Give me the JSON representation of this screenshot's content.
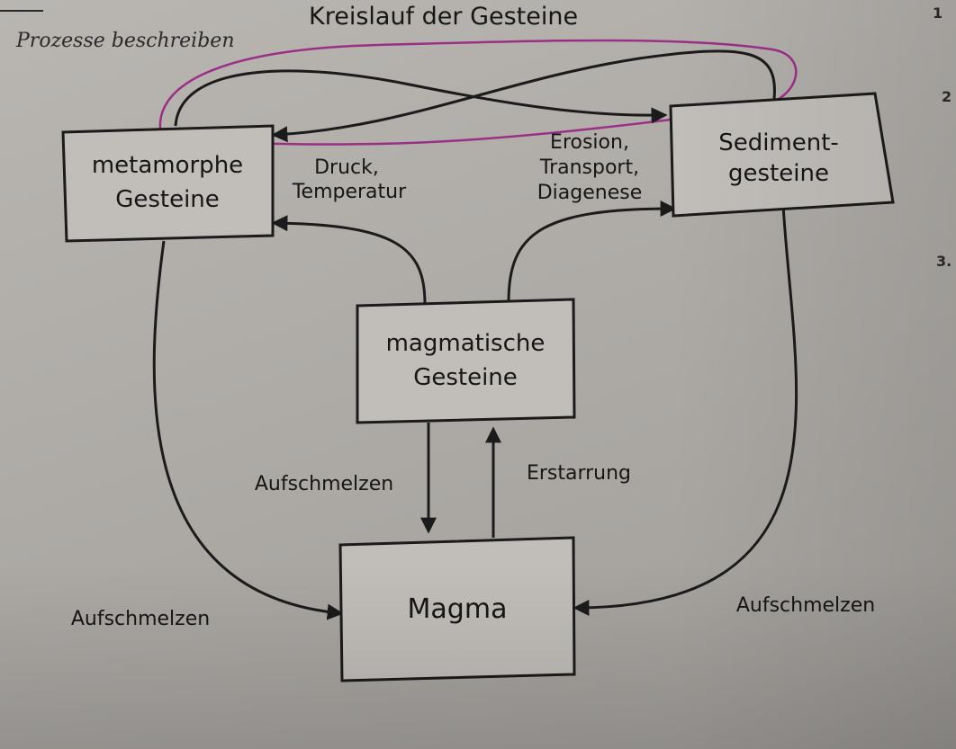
{
  "title": "Kreislauf der Gesteine",
  "handwritten_note": "Prozesse beschreiben",
  "margin_marks": [
    "1",
    "2",
    "3."
  ],
  "nodes": {
    "metamorphic": [
      "metamorphe",
      "Gesteine"
    ],
    "sedimentary": [
      "Sediment-",
      "gesteine"
    ],
    "magmatic": [
      "magmatische",
      "Gesteine"
    ],
    "magma": [
      "Magma"
    ]
  },
  "processes": {
    "pressure_temperature": [
      "Druck,",
      "Temperatur"
    ],
    "erosion": [
      "Erosion,",
      "Transport,",
      "Diagenese"
    ],
    "melting_center": "Aufschmelzen",
    "solidification": "Erstarrung",
    "melting_left": "Aufschmelzen",
    "melting_right": "Aufschmelzen"
  },
  "colors": {
    "ink": "#1b1b1b",
    "paper": "#b5b2ae",
    "highlight_pen": "#9a2f86"
  }
}
